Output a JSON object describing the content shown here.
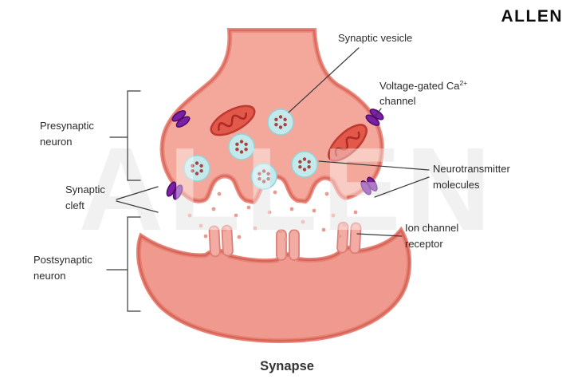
{
  "brand": {
    "logo": "ALLEN",
    "watermark": "ALLEN"
  },
  "title": "Synapse",
  "labels": {
    "synaptic_vesicle": "Synaptic vesicle",
    "voltage_gated_ca_channel": {
      "line1": "Voltage-gated Ca",
      "sup": "2+",
      "line2": "channel"
    },
    "presynaptic_neuron": {
      "line1": "Presynaptic",
      "line2": "neuron"
    },
    "synaptic_cleft": {
      "line1": "Synaptic",
      "line2": "cleft"
    },
    "neurotransmitter_molecules": {
      "line1": "Neurotransmitter",
      "line2": "molecules"
    },
    "ion_channel_receptor": {
      "line1": "Ion channel",
      "line2": "receptor"
    },
    "postsynaptic_neuron": {
      "line1": "Postsynaptic",
      "line2": "neuron"
    }
  },
  "colors": {
    "background": "#FFFFFF",
    "neuron_fill": "#F4A89C",
    "neuron_rim": "#EC8A7D",
    "neuron_outline": "#D96A5F",
    "postsynaptic_fill": "#F09A8F",
    "postsynaptic_rim": "#E88275",
    "postsynaptic_outline": "#D66559",
    "mitochondria_fill": "#E2584B",
    "mitochondria_stroke": "#BE3A30",
    "mitochondria_cristae": "#AC2A23",
    "vesicle_fill": "#C3E9EB",
    "vesicle_stroke": "#94D3D8",
    "vesicle_dot": "#A84341",
    "ca_channel_fill": "#7C1FA5",
    "ca_channel_stroke": "#4A0E6B",
    "receptor_fill": "#F3ACA4",
    "receptor_stroke": "#DC8077",
    "neurotransmitter_dot": "#E79C90",
    "label_text": "#2B2B2B",
    "pointer_line": "#3A3A3A"
  }
}
